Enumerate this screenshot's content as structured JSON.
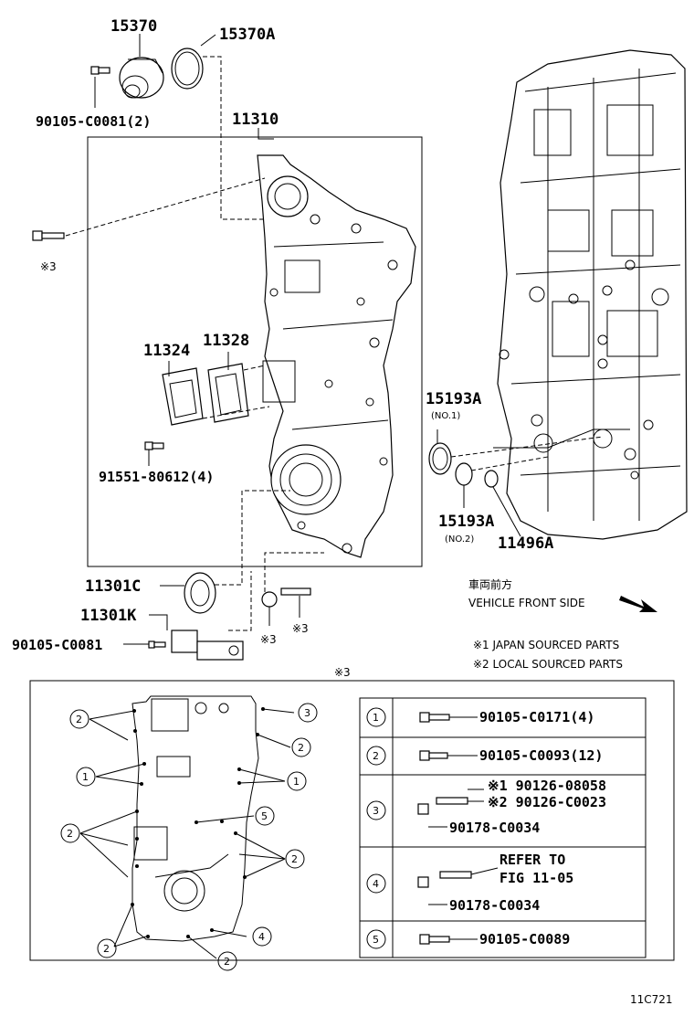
{
  "labels": {
    "p15370": "15370",
    "p15370A": "15370A",
    "p90105_C0081_2": "90105-C0081(2)",
    "p11310": "11310",
    "note3_bolt": "※3",
    "p11324": "11324",
    "p11328": "11328",
    "p91551": "91551-80612(4)",
    "p15193A_1": "15193A",
    "no1": "(NO.1)",
    "p15193A_2": "15193A",
    "no2": "(NO.2)",
    "p11496A": "11496A",
    "p11301C": "11301C",
    "p11301K": "11301K",
    "p90105_C0081": "90105-C0081",
    "note3_a": "※3",
    "note3_b": "※3",
    "front_jp": "車両前方",
    "front_en": "VEHICLE FRONT SIDE",
    "legend1": "※1 JAPAN SOURCED PARTS",
    "legend2": "※2 LOCAL SOURCED PARTS",
    "detail_mark": "※3",
    "figure_code": "11C721"
  },
  "detail_bolts": {
    "left_callouts": [
      "2",
      "1",
      "2",
      "2"
    ],
    "right_callouts": [
      "3",
      "2",
      "1",
      "5",
      "2",
      "4",
      "2"
    ]
  },
  "table": {
    "rows": [
      {
        "num": "1",
        "parts": [
          "90105-C0171(4)"
        ]
      },
      {
        "num": "2",
        "parts": [
          "90105-C0093(12)"
        ]
      },
      {
        "num": "3",
        "parts": [
          "※1 90126-08058",
          "※2 90126-C0023",
          "90178-C0034"
        ]
      },
      {
        "num": "4",
        "parts": [
          "REFER TO",
          "FIG 11-05",
          "90178-C0034"
        ]
      },
      {
        "num": "5",
        "parts": [
          "90105-C0089"
        ]
      }
    ]
  }
}
